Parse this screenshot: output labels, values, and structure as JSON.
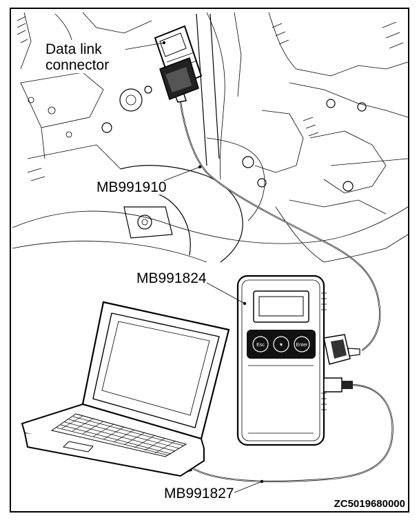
{
  "labels": {
    "data_link_connector_line1": "Data link",
    "data_link_connector_line2": "connector",
    "cable_mb991910": "MB991910",
    "vci_mb991824": "MB991824",
    "usb_cable_mb991827": "MB991827",
    "figure_code": "ZC5019680000"
  },
  "vci_buttons": {
    "left": "Esc",
    "middle": "▼",
    "right": "Enter"
  }
}
